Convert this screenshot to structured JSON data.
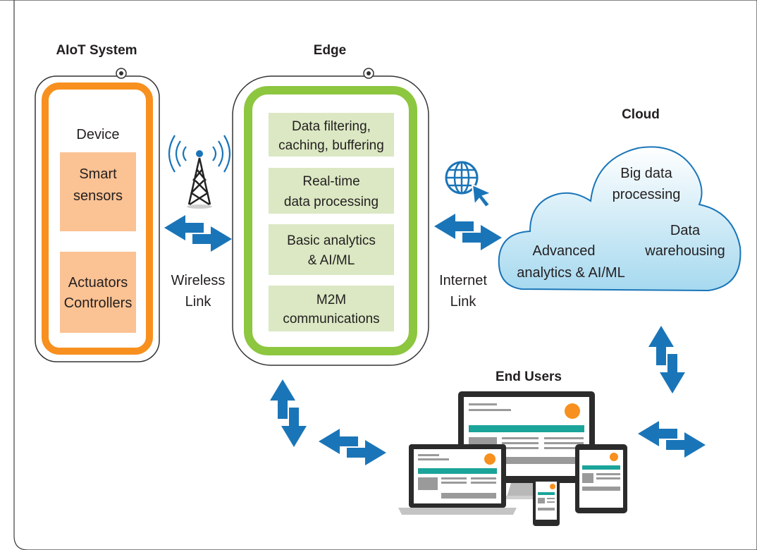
{
  "sections": {
    "aiot": {
      "title": "AIoT System",
      "device_label": "Device",
      "box1": [
        "Smart",
        "sensors"
      ],
      "box2": [
        "Actuators",
        "Controllers"
      ]
    },
    "edge": {
      "title": "Edge",
      "items": [
        [
          "Data filtering,",
          "caching, buffering"
        ],
        [
          "Real-time",
          "data processing"
        ],
        [
          "Basic analytics",
          "& AI/ML"
        ],
        [
          "M2M",
          "communications"
        ]
      ]
    },
    "cloud": {
      "title": "Cloud",
      "big_data": [
        "Big data",
        "processing"
      ],
      "warehousing": [
        "Data",
        "warehousing"
      ],
      "analytics": [
        "Advanced",
        "analytics & AI/ML"
      ]
    },
    "end_users": {
      "title": "End Users"
    }
  },
  "links": {
    "wireless": [
      "Wireless",
      "Link"
    ],
    "internet": [
      "Internet",
      "Link"
    ]
  },
  "colors": {
    "orange": "#f7901e",
    "peach": "#fbc293",
    "green": "#8dc63f",
    "pale_green": "#dbe8c3",
    "arrow_blue": "#1a75b8",
    "cloud_blue": "#bfe4f3",
    "teal": "#1ba49a"
  },
  "icons": [
    "radio-tower-icon",
    "globe-cursor-icon"
  ]
}
